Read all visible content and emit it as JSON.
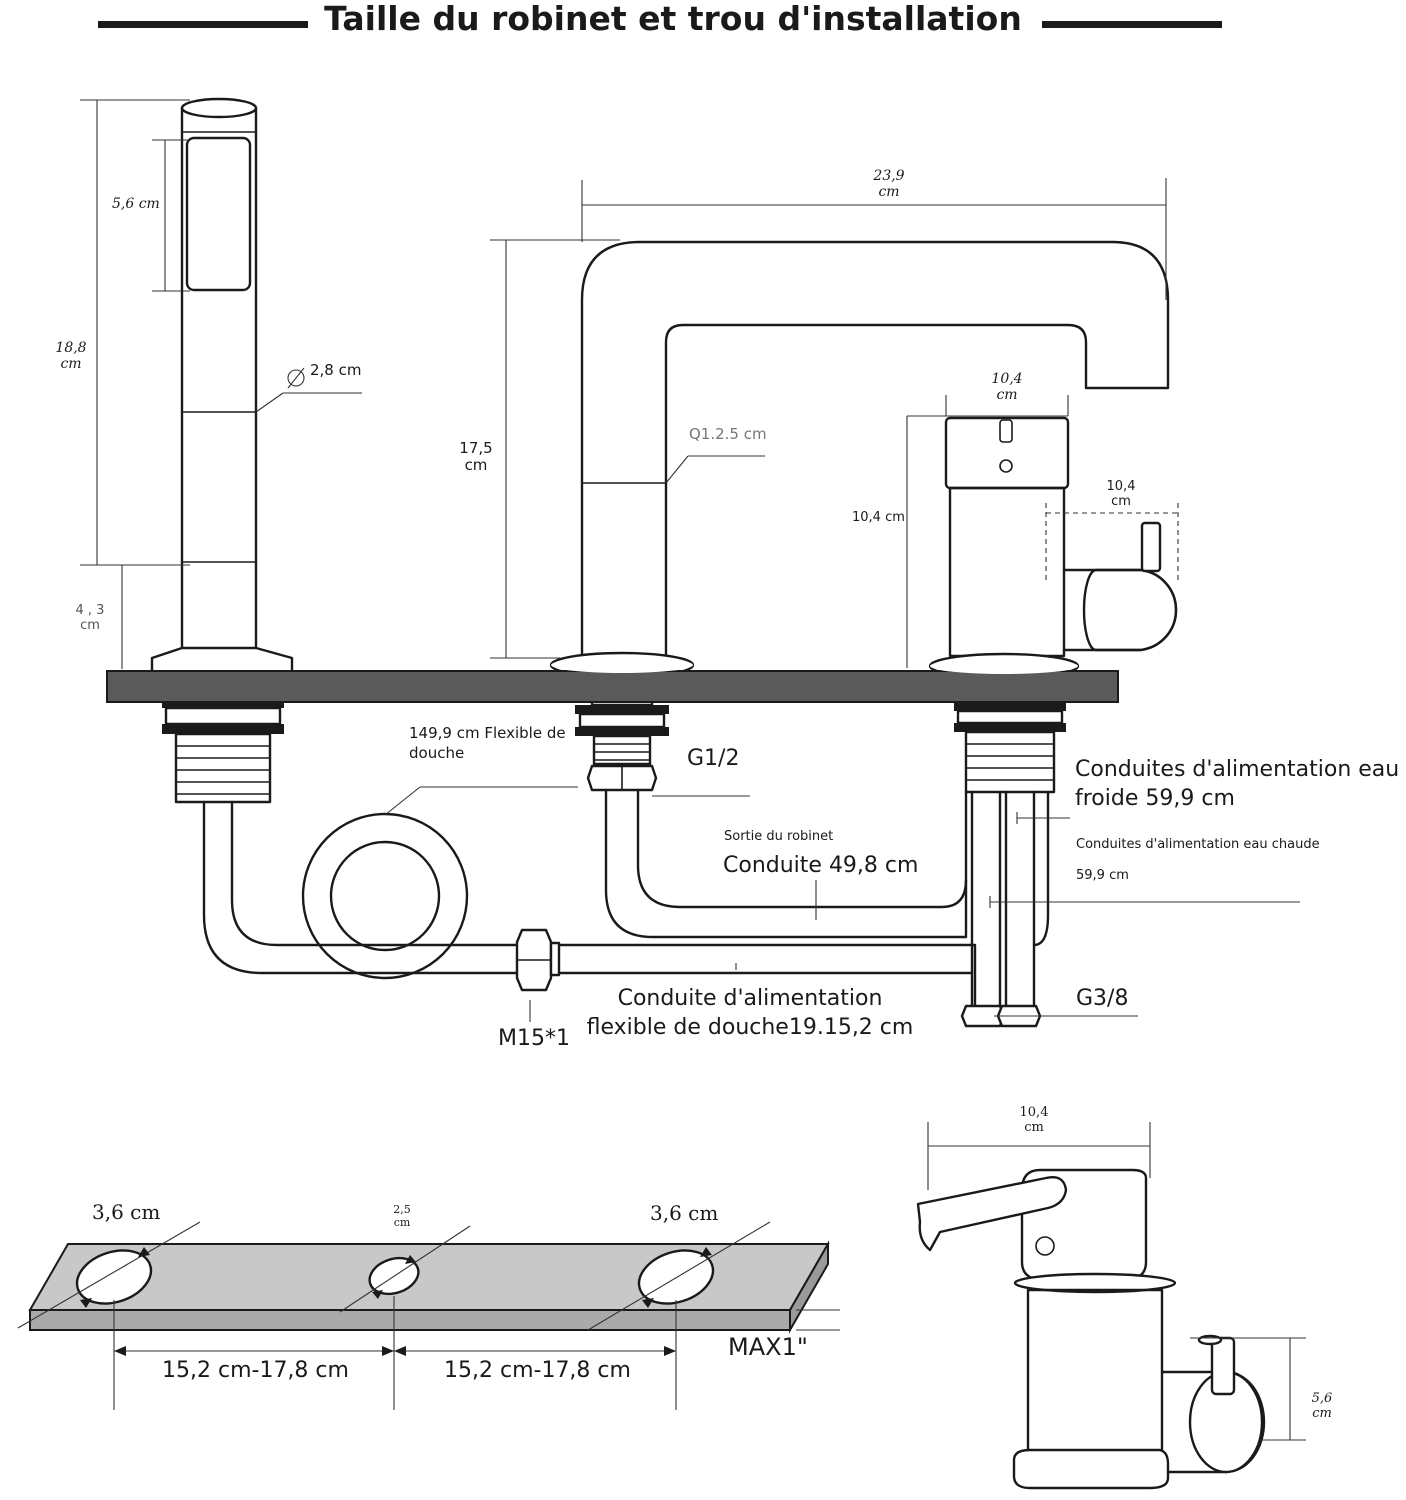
{
  "title": "Taille du robinet et trou d'installation",
  "labels": {
    "hand_shower_height": "18,8\ncm",
    "spray_head_length": "5,6 cm",
    "hand_shower_diameter": "2,8 cm",
    "holder_height": "4 , 3\ncm",
    "spout_reach": "23,9\ncm",
    "spout_height": "17,5\ncm",
    "spout_tube": "Q1.2.5 cm",
    "valve_top_width": "10,4\ncm",
    "valve_height": "10,4 cm",
    "lever_width": "10,4\ncm",
    "shower_hose": "149,9 cm Flexible de\ndouche",
    "thread_g12": "G1/2",
    "cold_supply": "Conduites d'alimentation eau\nfroide 59,9 cm",
    "hot_supply_title": "Conduites d'alimentation eau chaude",
    "hot_supply_length": "59,9 cm",
    "outlet_caption": "Sortie du robinet",
    "outlet_hose": "Conduite 49,8 cm",
    "thread_g38": "G3/8",
    "shower_supply": "Conduite d'alimentation\nflexible de douche19.15,2 cm",
    "thread_m15": "M15*1",
    "hole_left": "3,6 cm",
    "hole_middle": "2,5\ncm",
    "hole_right": "3,6 cm",
    "spacing_left": "15,2 cm-17,8 cm",
    "spacing_right": "15,2 cm-17,8 cm",
    "max_thickness": "MAX1\"",
    "detail_width": "10,4\ncm",
    "detail_height": "5,6\ncm"
  }
}
